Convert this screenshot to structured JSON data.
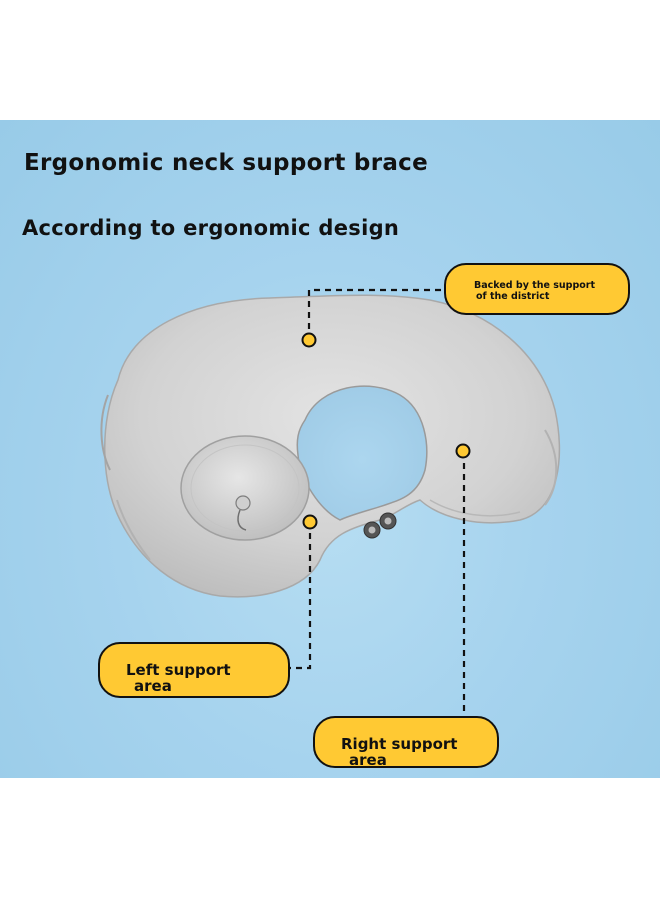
{
  "headings": {
    "line1": "Ergonomic neck support brace",
    "line2": "According to ergonomic design"
  },
  "callouts": {
    "top": {
      "line1": "Backed by the support",
      "line2": "of the district"
    },
    "left": {
      "line1": "Left support",
      "line2": "area"
    },
    "right": {
      "line1": "Right support",
      "line2": "area"
    }
  },
  "colors": {
    "background": "#a6d3ee",
    "callout_fill": "#ffc933",
    "pillow": "#d3d3d3",
    "marker": "#ffc933"
  }
}
